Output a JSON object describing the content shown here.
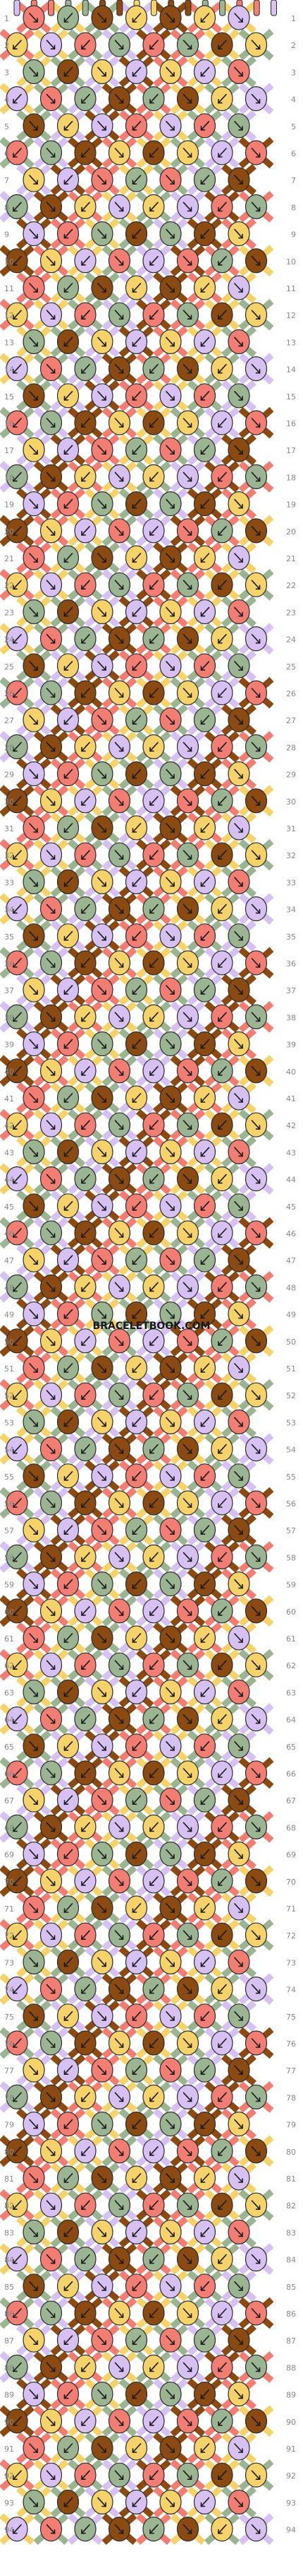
{
  "watermark": "BRACELETBOOK.COM",
  "row_count": 94,
  "strings": 16,
  "colors": {
    "lavender": "#d7c0f2",
    "green": "#9bb491",
    "salmon": "#f27d72",
    "yellow": "#f5d36a",
    "brown": "#8a4a12",
    "outline": "#2b2b2b",
    "rownum": "#888888"
  },
  "top_string_colors": [
    "lavender",
    "salmon",
    "salmon",
    "green",
    "green",
    "brown",
    "brown",
    "yellow",
    "yellow",
    "brown",
    "brown",
    "green",
    "green",
    "salmon",
    "salmon",
    "lavender"
  ],
  "palette_cycle": [
    "salmon",
    "yellow",
    "green",
    "lavender",
    "brown"
  ],
  "icon": "knot-arrow-icon"
}
